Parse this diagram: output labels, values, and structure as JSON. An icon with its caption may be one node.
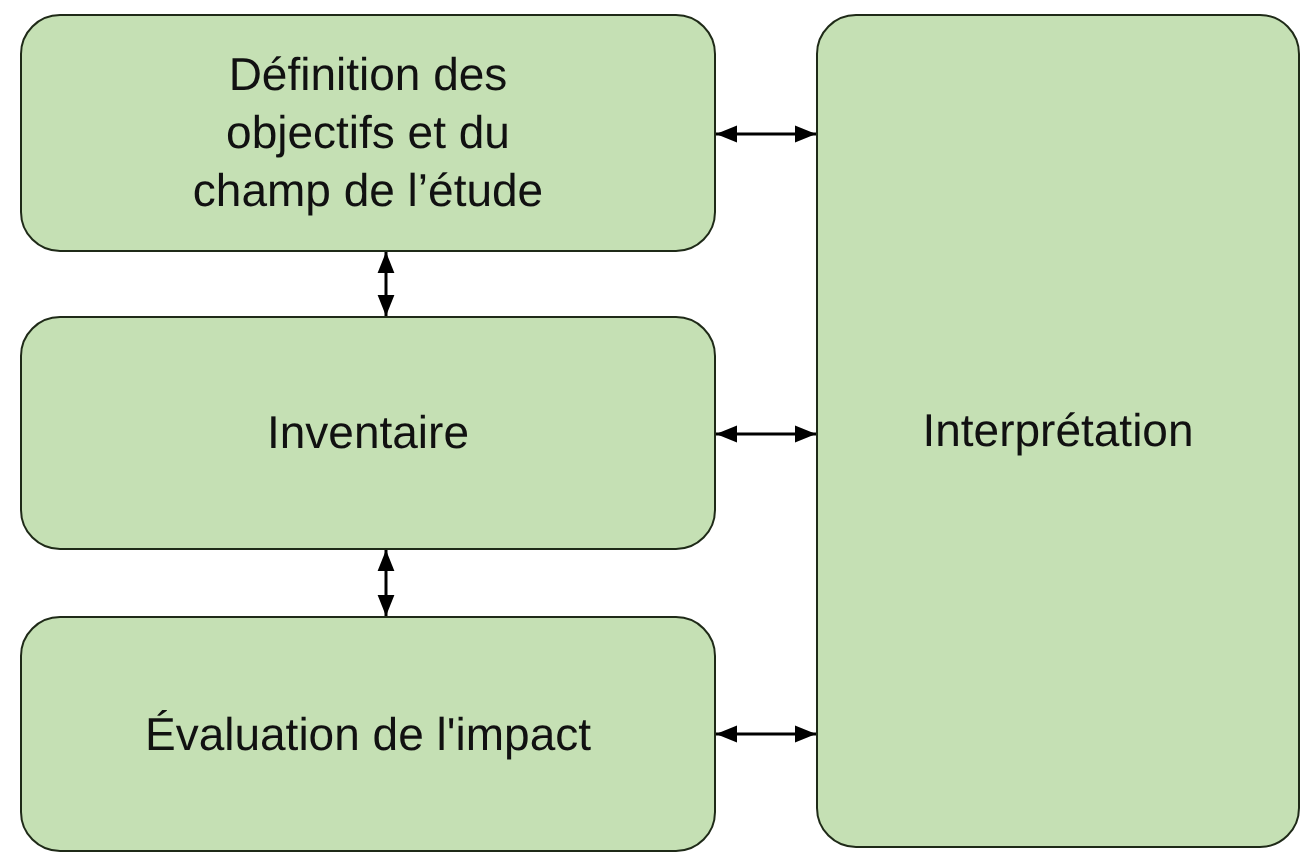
{
  "diagram": {
    "nodes": [
      {
        "text": [
          "Définition des objectifs et du champ de l’étude"
        ]
      },
      {
        "text": [
          "Inventaire"
        ]
      },
      {
        "text": [
          "Évaluation de l'impact"
        ]
      },
      {
        "text": [
          "Interprétation"
        ]
      }
    ],
    "edges": [
      {
        "from": 0,
        "to": 3,
        "arrow": "both"
      },
      {
        "from": 1,
        "to": 3,
        "arrow": "both"
      },
      {
        "from": 2,
        "to": 3,
        "arrow": "both"
      },
      {
        "from": 0,
        "to": 1,
        "arrow": "both"
      },
      {
        "from": 1,
        "to": 2,
        "arrow": "both"
      }
    ]
  }
}
